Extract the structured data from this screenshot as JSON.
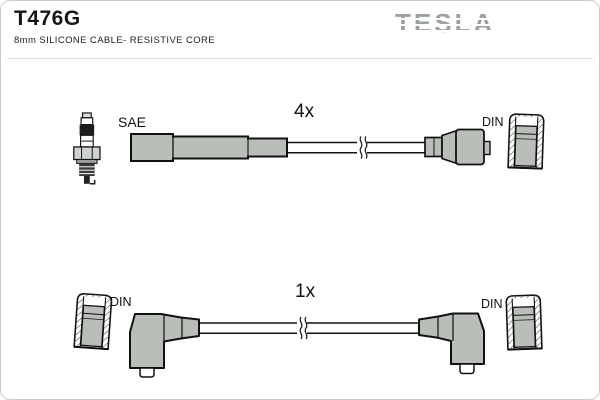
{
  "header": {
    "part_number": "T476G",
    "subtitle": "8mm SILICONE CABLE- RESISTIVE CORE",
    "brand_logo": "TESLA"
  },
  "top_assembly": {
    "quantity": "4x",
    "left_terminal": "SAE",
    "right_terminal": "DIN",
    "left_icon": "spark-plug-icon",
    "right_icon": "din-terminal-icon"
  },
  "bottom_assembly": {
    "quantity": "1x",
    "left_terminal": "DIN",
    "right_terminal": "DIN",
    "left_icon": "din-terminal-icon",
    "right_icon": "din-terminal-icon"
  },
  "colors": {
    "boot_fill": "#b9beb9",
    "logo_gray": "#9aa29b",
    "outline": "#111111",
    "header_rule": "#dcdcdc",
    "page_border": "#c9c9c9"
  }
}
